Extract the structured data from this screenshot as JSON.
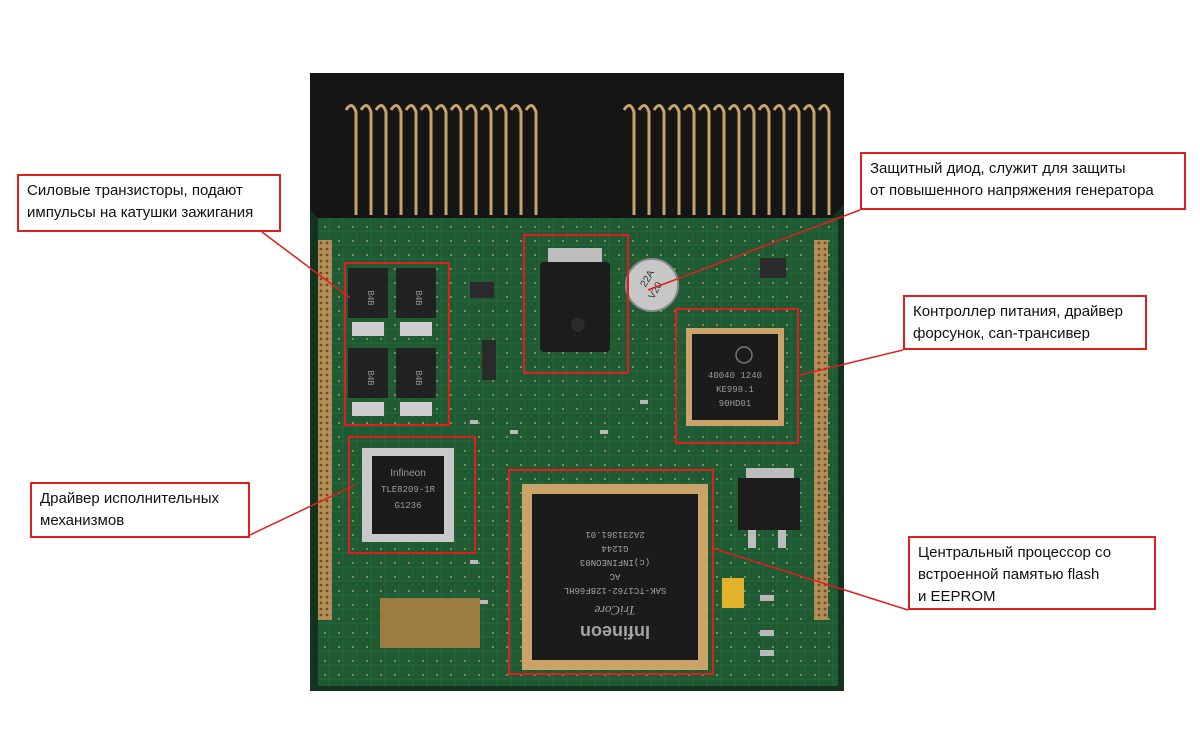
{
  "colors": {
    "annotation": "#e11d1d",
    "pcb": "#1f5a33",
    "chip": "#1b1b1b",
    "pins": "#c9a36a",
    "housing": "#151515"
  },
  "annotations": [
    {
      "id": "power-transistors",
      "lines": [
        "Силовые транзисторы, подают",
        "импульсы на катушки зажигания"
      ]
    },
    {
      "id": "protective-diode",
      "lines": [
        "Защитный диод, служит для защиты",
        "от повышенного напряжения генератора"
      ]
    },
    {
      "id": "power-controller",
      "lines": [
        "Контроллер питания, драйвер",
        "форсунок, can-трансивер"
      ]
    },
    {
      "id": "actuator-driver",
      "lines": [
        "Драйвер исполнительных",
        "механизмов"
      ]
    },
    {
      "id": "cpu",
      "lines": [
        "Центральный процессор со",
        "встроенной памятью flash",
        "и EEPROM"
      ]
    }
  ],
  "chip_markings": {
    "cpu": [
      "Infineon",
      "TriCore",
      "SAK-TC1762-128F66HL",
      "AC",
      "(c)INFINEON03",
      "G1244",
      "2A231361.01"
    ],
    "driver": [
      "Infineon",
      "TLE8209-1R",
      "G1236"
    ],
    "controller": [
      "40040 1240",
      "KE998.1",
      "90HD01"
    ],
    "transistors": [
      "B4B",
      "B4B",
      "B4B",
      "B4B"
    ],
    "capacitor": [
      "22A",
      "V20"
    ]
  }
}
